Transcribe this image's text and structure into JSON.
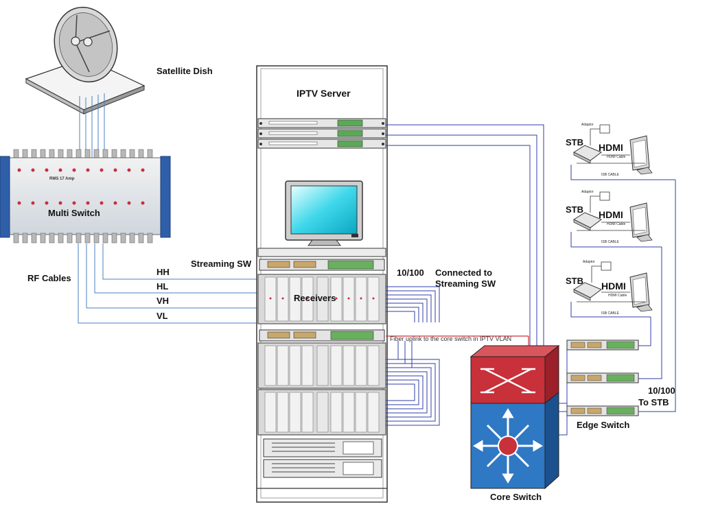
{
  "labels": {
    "satellite_dish": "Satellite Dish",
    "multi_switch": "Multi Switch",
    "rf_cables": "RF Cables",
    "iptv_server": "IPTV Server",
    "streaming_sw": "Streaming SW",
    "receivers": "Receivers",
    "speed": "10/100",
    "connected_to": "Connected to",
    "connected_to_target": "Streaming SW",
    "fiber_uplink": "Fiber uplink to the core switch in IPTV VLAN",
    "core_switch": "Core Switch",
    "edge_switch": "Edge Switch",
    "to_stb_speed": "10/100",
    "to_stb": "To STB"
  },
  "polarities": [
    "HH",
    "HL",
    "VH",
    "VL"
  ],
  "multiswitch_model": "RMS 17 Amp",
  "stb_units": [
    {
      "stb": "STB",
      "hdmi": "HDMI",
      "adaptor": "Adaptor",
      "hdmi_cable": "HDMI Cable",
      "isb_cable": "ISB CABLE"
    },
    {
      "stb": "STB",
      "hdmi": "HDMI",
      "adaptor": "Adaptor",
      "hdmi_cable": "HDMI Cable",
      "isb_cable": "ISB CABLE"
    },
    {
      "stb": "STB",
      "hdmi": "HDMI",
      "adaptor": "Adaptor",
      "hdmi_cable": "HDMI Cable",
      "isb_cable": "ISB CABLE"
    }
  ],
  "colors": {
    "cable_blue": "#2f3ea8",
    "rf_cable": "#4a7fc0",
    "core_top_red": "#c8303a",
    "core_bottom_blue": "#2f78c4",
    "rack_gray": "#d9d9d9"
  }
}
